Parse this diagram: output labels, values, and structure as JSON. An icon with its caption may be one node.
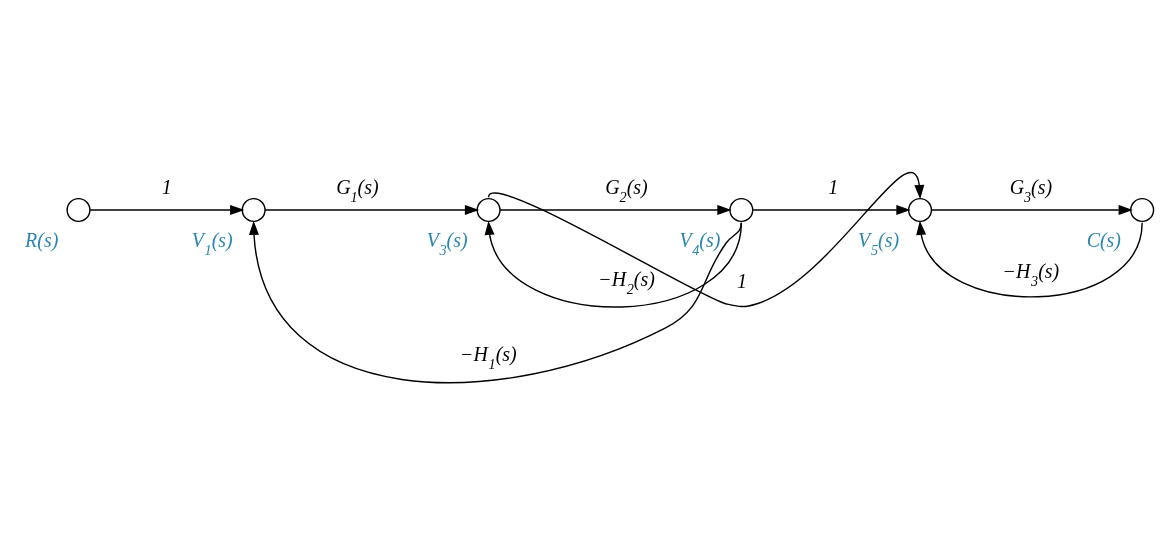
{
  "diagram": {
    "nodes": [
      {
        "text": [],
        "shape": "circle",
        "beside": [
          "R(s)"
        ]
      },
      {
        "text": [],
        "shape": "circle",
        "beside": [
          "V$_{1}$(s)"
        ]
      },
      {
        "text": [],
        "shape": "circle",
        "beside": [
          "V$_{3}$(s)"
        ]
      },
      {
        "text": [],
        "shape": "circle",
        "beside": [
          "V$_{4}$(s)"
        ]
      },
      {
        "text": [],
        "shape": "circle",
        "beside": [
          "V$_{5}$(s)"
        ]
      },
      {
        "text": [],
        "shape": "circle",
        "beside": [
          "C(s)"
        ]
      }
    ],
    "edges": [
      {
        "from": 0,
        "to": 1,
        "arrow": "to",
        "label": "1"
      },
      {
        "from": 1,
        "to": 2,
        "arrow": "to",
        "label": "G$_{1}$(s)"
      },
      {
        "from": 2,
        "to": 3,
        "arrow": "to",
        "label": "G$_{2}$(s)"
      },
      {
        "from": 3,
        "to": 4,
        "arrow": "to",
        "label": "1"
      },
      {
        "from": 4,
        "to": 5,
        "arrow": "to",
        "label": "G$_{3}$(s)"
      },
      {
        "from": 2,
        "to": 4,
        "arrow": "to",
        "label": "1"
      },
      {
        "from": 3,
        "to": 2,
        "arrow": "to",
        "label": "−H$_{2}$(s)"
      },
      {
        "from": 5,
        "to": 4,
        "arrow": "to",
        "label": "−H$_{3}$(s)"
      },
      {
        "from": 3,
        "to": 1,
        "arrow": "to",
        "label": "−H$_{1}$(s)"
      }
    ]
  }
}
